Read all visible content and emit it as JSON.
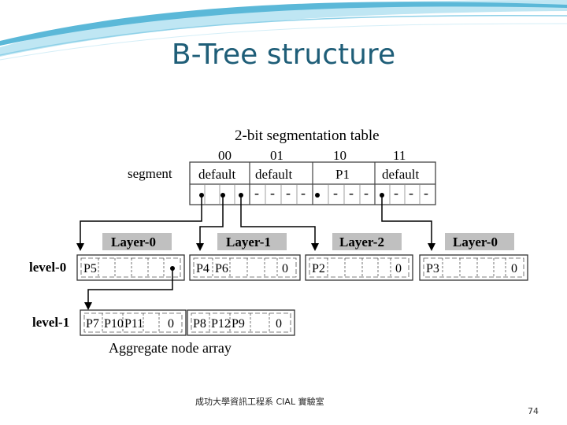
{
  "slide": {
    "title": "B-Tree structure",
    "footer": "成功大學資訊工程系  CIAL  實驗室",
    "page_number": "74"
  },
  "diagram": {
    "table_title": "2-bit segmentation table",
    "segment_label": "segment",
    "columns": [
      {
        "code": "00",
        "value": "default"
      },
      {
        "code": "01",
        "value": "default"
      },
      {
        "code": "10",
        "value": "P1"
      },
      {
        "code": "11",
        "value": "default"
      }
    ],
    "pointer_dash": "-",
    "layers": [
      "Layer-0",
      "Layer-1",
      "Layer-2",
      "Layer-0"
    ],
    "level0_label": "level-0",
    "level1_label": "level-1",
    "level0_nodes": [
      {
        "keys": [
          "P5"
        ],
        "tail": ""
      },
      {
        "keys": [
          "P4",
          "P6"
        ],
        "tail": "0"
      },
      {
        "keys": [
          "P2"
        ],
        "tail": "0"
      },
      {
        "keys": [
          "P3"
        ],
        "tail": "0"
      }
    ],
    "level1_nodes": [
      {
        "keys": [
          "P7",
          "P10",
          "P11"
        ],
        "tail": "0"
      },
      {
        "keys": [
          "P8",
          "P12",
          "P9"
        ],
        "tail": "0"
      }
    ],
    "aggregate_caption": "Aggregate node array"
  },
  "colors": {
    "title": "#1f5e78",
    "layer_box": "#c0c0c0",
    "header_wave": "#5bb8d8"
  }
}
